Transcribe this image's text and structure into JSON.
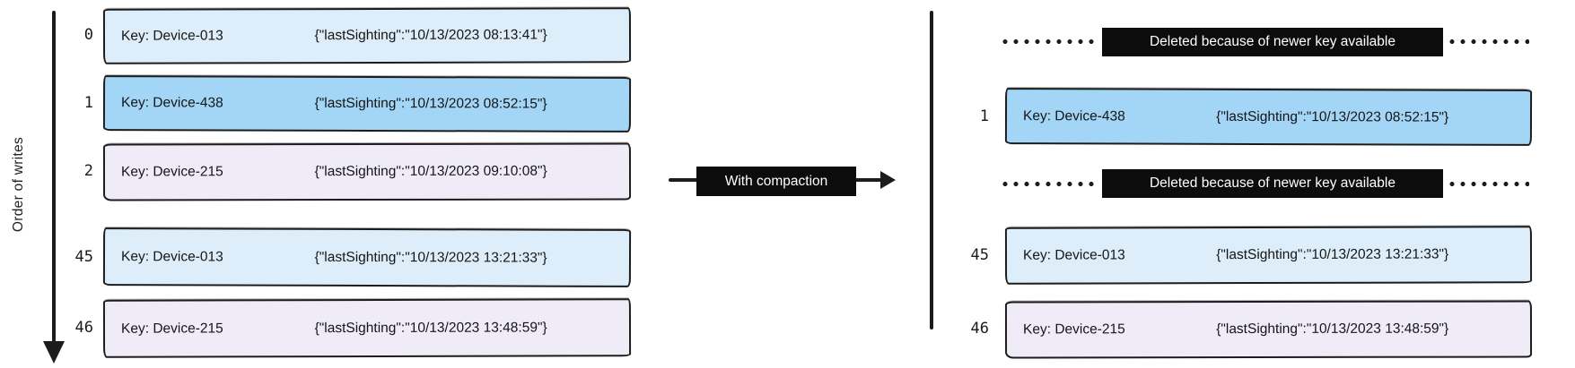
{
  "left_panel": {
    "axis_label": "Order of writes",
    "rows": [
      {
        "id": "0",
        "key": "Key: Device-013",
        "value": "{\"lastSighting\":\"10/13/2023 08:13:41\"}",
        "fill": "#ddeefa"
      },
      {
        "id": "1",
        "key": "Key: Device-438",
        "value": "{\"lastSighting\":\"10/13/2023 08:52:15\"}",
        "fill": "#a3d5f7"
      },
      {
        "id": "2",
        "key": "Key: Device-215",
        "value": "{\"lastSighting\":\"10/13/2023 09:10:08\"}",
        "fill": "#efecf8"
      },
      {
        "id": "45",
        "key": "Key: Device-013",
        "value": "{\"lastSighting\":\"10/13/2023 13:21:33\"}",
        "fill": "#ddeefa"
      },
      {
        "id": "46",
        "key": "Key: Device-215",
        "value": "{\"lastSighting\":\"10/13/2023 13:48:59\"}",
        "fill": "#efecf8"
      }
    ]
  },
  "transform_arrow": {
    "label": "With compaction"
  },
  "right_panel": {
    "deleted_labels": [
      {
        "label": "Deleted because of newer key available"
      },
      {
        "label": "Deleted because of newer key available"
      }
    ],
    "rows": [
      {
        "id": "1",
        "key": "Key: Device-438",
        "value": "{\"lastSighting\":\"10/13/2023 08:52:15\"}",
        "fill": "#a3d5f7"
      },
      {
        "id": "45",
        "key": "Key: Device-013",
        "value": "{\"lastSighting\":\"10/13/2023 13:21:33\"}",
        "fill": "#ddeefa"
      },
      {
        "id": "46",
        "key": "Key: Device-215",
        "value": "{\"lastSighting\":\"10/13/2023 13:48:59\"}",
        "fill": "#efecf8"
      }
    ]
  },
  "colors": {
    "record_light_blue": "#ddeefa",
    "record_highlight_blue": "#a3d5f7",
    "record_lavender": "#efecf8",
    "ink": "#1c1c1c",
    "label_background": "#0c0c0c",
    "label_text": "#ffffff"
  }
}
